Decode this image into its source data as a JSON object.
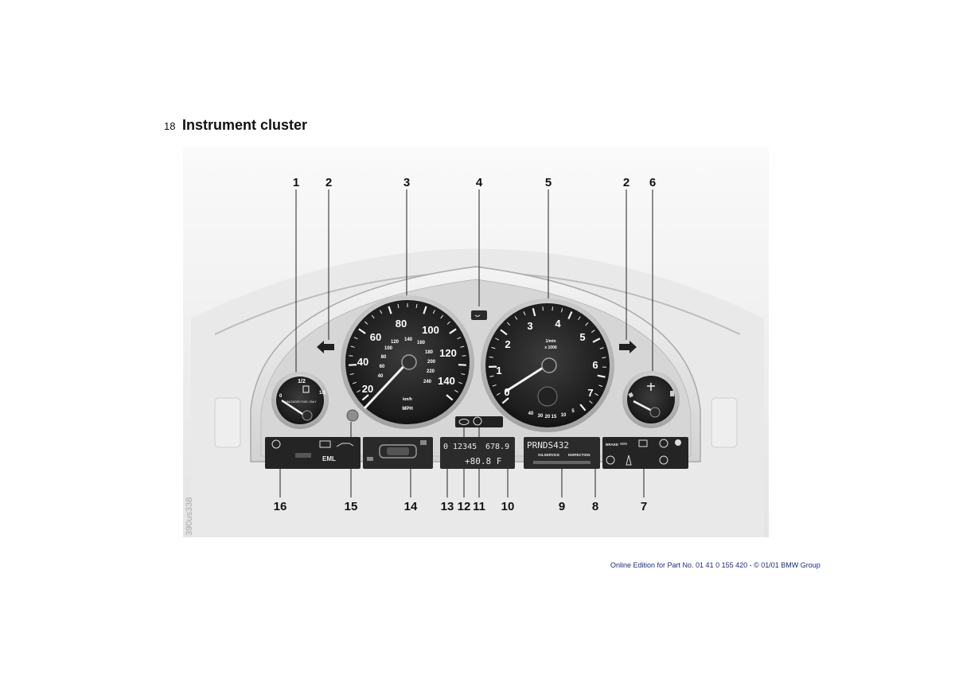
{
  "page": {
    "number": "18",
    "title": "Instrument cluster"
  },
  "figure": {
    "code": "390us338",
    "callouts_top": [
      "1",
      "2",
      "3",
      "4",
      "5",
      "2",
      "6"
    ],
    "callouts_bottom": [
      "16",
      "15",
      "14",
      "13",
      "12",
      "11",
      "10",
      "9",
      "8",
      "7"
    ],
    "speedometer": {
      "outer_labels": [
        "20",
        "40",
        "60",
        "80",
        "100",
        "120",
        "140"
      ],
      "inner_labels": [
        "40",
        "60",
        "80",
        "100",
        "120",
        "140",
        "160",
        "180",
        "200",
        "220",
        "240"
      ],
      "unit_upper": "km/h",
      "unit_lower": "MPH"
    },
    "tachometer": {
      "labels": [
        "0",
        "1",
        "2",
        "3",
        "4",
        "5",
        "6",
        "7"
      ],
      "unit_upper": "1/min",
      "unit_lower": "x 1000",
      "economy_labels": [
        "40",
        "30",
        "20",
        "15",
        "10",
        "5"
      ]
    },
    "fuel_gauge": {
      "labels": [
        "0",
        "1/2",
        "1/1"
      ],
      "text": "UNLEADED FUEL ONLY"
    },
    "displays": {
      "odometer": "0 12345",
      "trip": "678.9",
      "temperature": "+80.8 F",
      "gear_positions": "PRNDS432",
      "service_left": "OILSERVICE",
      "service_right": "INSPECTION",
      "indicator_left": "EML",
      "indicator_right_top": "BRAKE"
    }
  },
  "footer": {
    "text": "Online Edition for Part No. 01 41 0 155 420 - © 01/01 BMW Group"
  }
}
